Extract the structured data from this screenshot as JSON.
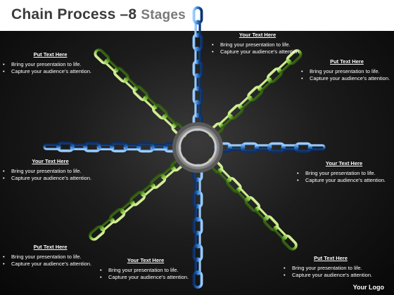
{
  "title": {
    "main": "Chain Process –8",
    "stages": "Stages"
  },
  "textboxes": [
    {
      "heading": "Put Text Here",
      "line1": "Bring your presentation to life.",
      "line2": "Capture your audience’s attention."
    },
    {
      "heading": "Your Text Here",
      "line1": "Bring your presentation to life.",
      "line2": "Capture your audience’s attention."
    },
    {
      "heading": "Put Text Here",
      "line1": "Bring your presentation to life.",
      "line2": "Capture your audience’s attention."
    },
    {
      "heading": "Your Text Here",
      "line1": "Bring your presentation to life.",
      "line2": "Capture your audience’s attention."
    },
    {
      "heading": "Your Text Here",
      "line1": "Bring your presentation to life.",
      "line2": "Capture your audience’s attention."
    },
    {
      "heading": "Put Text Here",
      "line1": "Bring your presentation to life.",
      "line2": "Capture your audience’s attention."
    },
    {
      "heading": "Your Text Here",
      "line1": "Bring your presentation to life.",
      "line2": "Capture your audience’s attention."
    },
    {
      "heading": "Put Text Here",
      "line1": "Bring your presentation to life.",
      "line2": "Capture your audience’s attention."
    }
  ],
  "logo": "Your Logo",
  "colors": {
    "blue_chain": "#2f7fd8",
    "green_chain": "#7fbf3a",
    "center_ring": "#b9b9b9",
    "title_text": "#3b3b3b",
    "stages_text": "#7a7a7a"
  }
}
